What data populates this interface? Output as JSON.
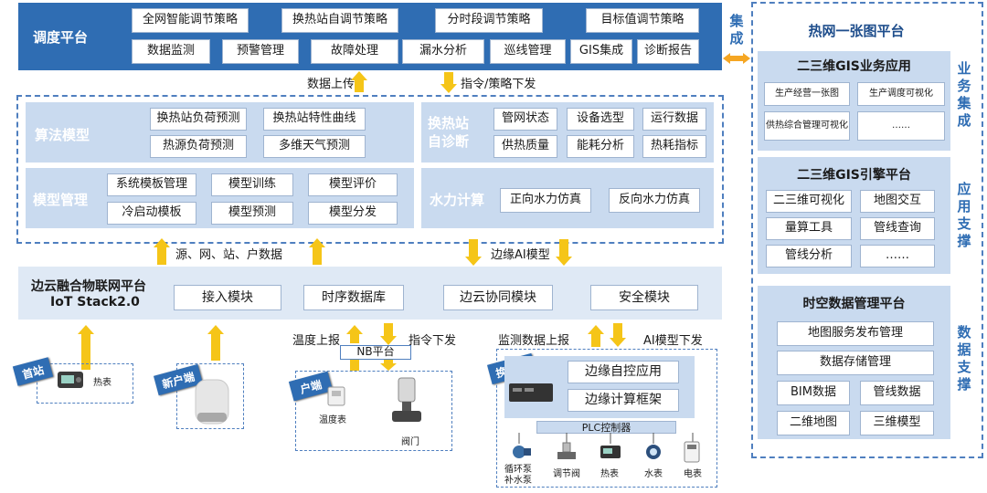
{
  "dispatch": {
    "title": "调度平台",
    "strategies": [
      "全网智能调节策略",
      "换热站自调节策略",
      "分时段调节策略",
      "目标值调节策略"
    ],
    "functions": [
      "数据监测",
      "预警管理",
      "故障处理",
      "漏水分析",
      "巡线管理",
      "GIS集成",
      "诊断报告"
    ]
  },
  "integration_label": "集成",
  "flows": {
    "data_upload": "数据上传",
    "command_down": "指令/策略下发",
    "source_data": "源、网、站、户数据",
    "edge_ai": "边缘AI模型",
    "temp_report": "温度上报",
    "cmd_down": "指令下发",
    "monitor_report": "监测数据上报",
    "ai_down": "AI模型下发"
  },
  "algorithm": {
    "title": "算法模型",
    "items": [
      "换热站负荷预测",
      "换热站特性曲线",
      "热源负荷预测",
      "多维天气预测"
    ]
  },
  "diagnosis": {
    "title": "换热站\n自诊断",
    "items": [
      "管网状态",
      "设备选型",
      "运行数据",
      "供热质量",
      "能耗分析",
      "热耗指标"
    ]
  },
  "model_mgmt": {
    "title": "模型管理",
    "items": [
      "系统模板管理",
      "模型训练",
      "模型评价",
      "冷启动模板",
      "模型预测",
      "模型分发"
    ]
  },
  "hydraulic": {
    "title": "水力计算",
    "items": [
      "正向水力仿真",
      "反向水力仿真"
    ]
  },
  "iot": {
    "title1": "边云融合物联网平台",
    "title2": "IoT Stack2.0",
    "modules": [
      "接入模块",
      "时序数据库",
      "边云协同模块",
      "安全模块"
    ]
  },
  "nb_platform": "NB平台",
  "devices": {
    "source": {
      "tag": "首站",
      "label": "热表"
    },
    "new_user": {
      "tag": "新户端"
    },
    "user": {
      "tag": "户端",
      "temp": "温度表",
      "valve": "阀门"
    },
    "station": {
      "tag": "换热站",
      "apps": [
        "边缘自控应用",
        "边缘计算框架"
      ],
      "plc": "PLC控制器",
      "items": [
        "循环泵\n补水泵",
        "调节阀",
        "热表",
        "水表",
        "电表"
      ]
    }
  },
  "gis": {
    "title": "热网一张图平台",
    "business": {
      "title": "二三维GIS业务应用",
      "items": [
        "生产经营一张图",
        "生产调度可视化",
        "供热综合管理可视化",
        "……"
      ],
      "side": "业务集成"
    },
    "engine": {
      "title": "二三维GIS引擎平台",
      "items": [
        "二三维可视化",
        "地图交互",
        "量算工具",
        "管线查询",
        "管线分析",
        "……"
      ],
      "side": "应用支撑"
    },
    "spatial": {
      "title": "时空数据管理平台",
      "items": [
        "地图服务发布管理",
        "数据存储管理",
        "BIM数据",
        "管线数据",
        "二维地图",
        "三维模型"
      ],
      "side": "数据支撑"
    }
  }
}
